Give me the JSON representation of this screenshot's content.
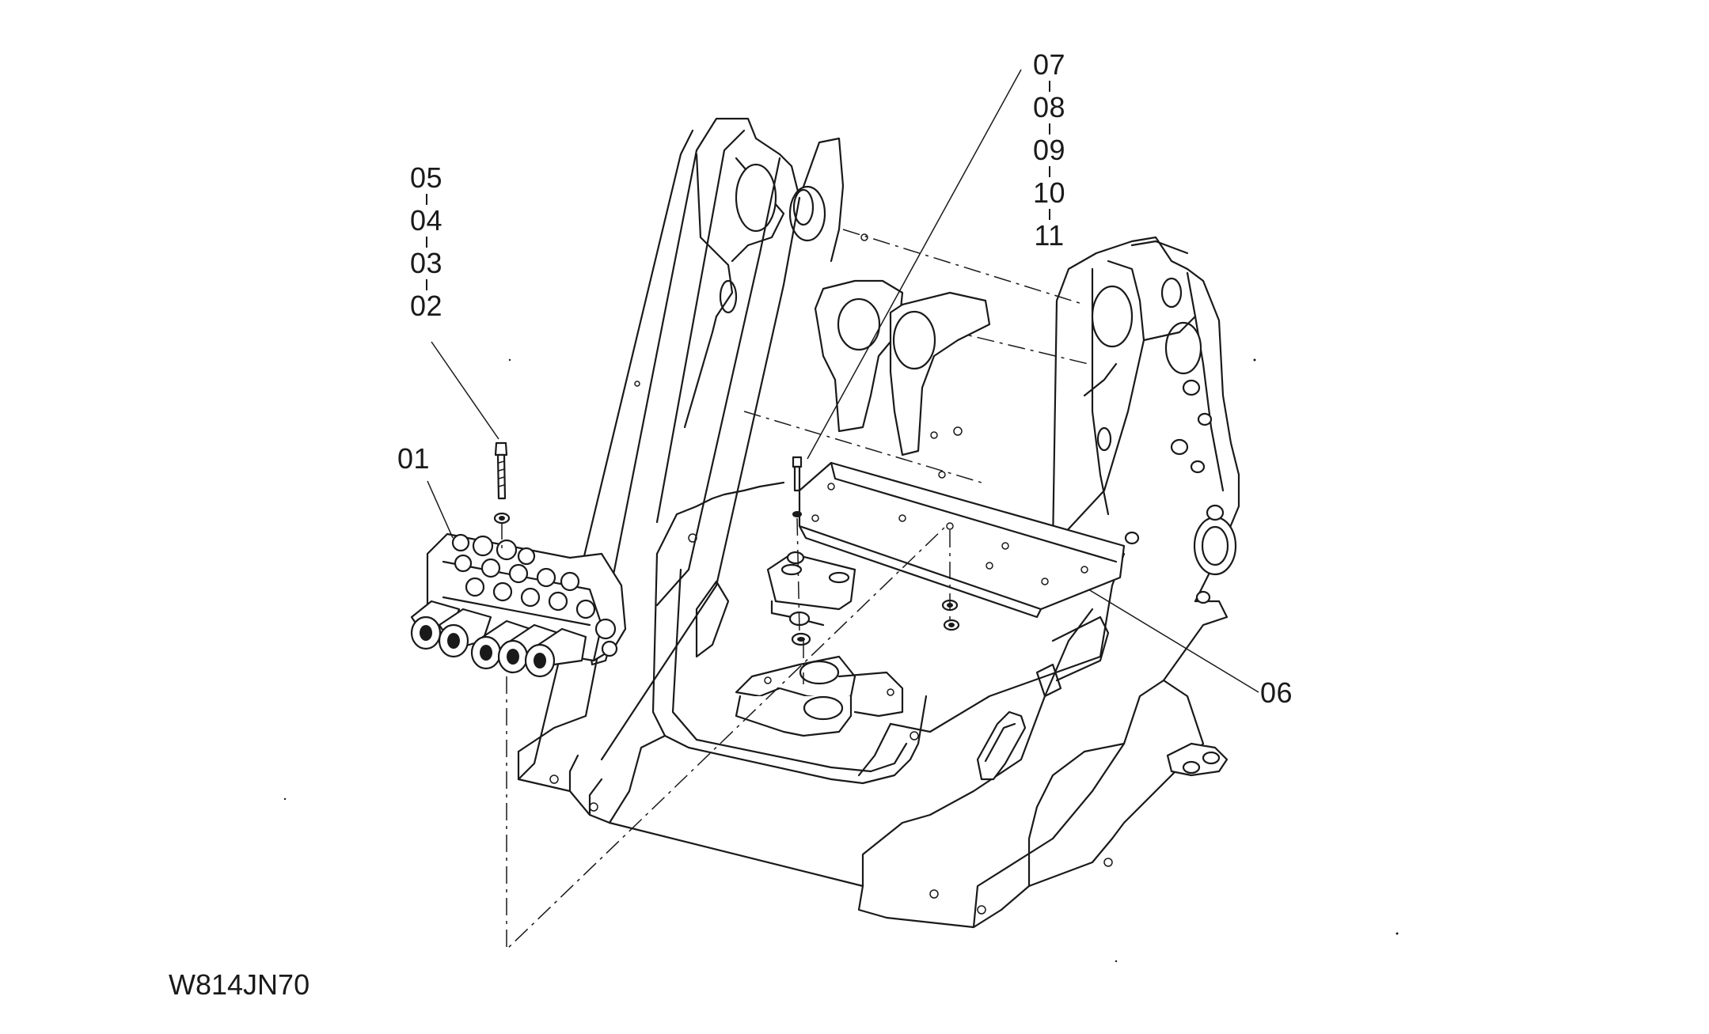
{
  "figure_code": "W814JN70",
  "callouts": {
    "left_stack": [
      "05",
      "04",
      "03",
      "02"
    ],
    "valve": "01",
    "right_stack": [
      "07",
      "08",
      "09",
      "10",
      "11"
    ],
    "plate": "06"
  }
}
